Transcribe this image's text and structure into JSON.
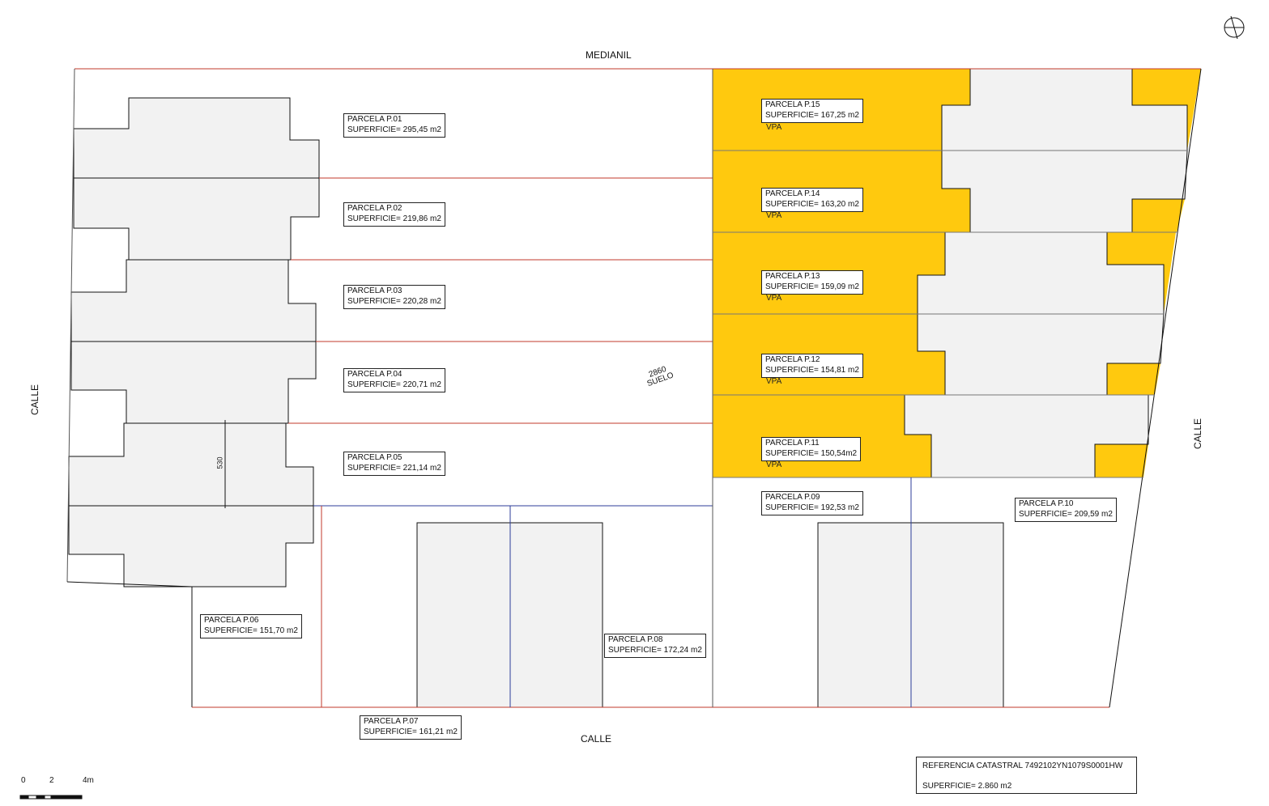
{
  "labels": {
    "medianil": "MEDIANIL",
    "calle_left": "CALLE",
    "calle_bottom": "CALLE",
    "calle_right": "CALLE",
    "suelo_num": "2860",
    "suelo": "SUELO",
    "dim_530": "530",
    "vpa": "VPA"
  },
  "parcels": [
    {
      "name": "PARCELA P.01",
      "area": "SUPERFICIE= 295,45 m2"
    },
    {
      "name": "PARCELA P.02",
      "area": "SUPERFICIE= 219,86 m2"
    },
    {
      "name": "PARCELA P.03",
      "area": "SUPERFICIE= 220,28 m2"
    },
    {
      "name": "PARCELA P.04",
      "area": "SUPERFICIE= 220,71 m2"
    },
    {
      "name": "PARCELA P.05",
      "area": "SUPERFICIE= 221,14 m2"
    },
    {
      "name": "PARCELA P.06",
      "area": "SUPERFICIE= 151,70 m2"
    },
    {
      "name": "PARCELA P.07",
      "area": "SUPERFICIE= 161,21 m2"
    },
    {
      "name": "PARCELA P.08",
      "area": "SUPERFICIE= 172,24 m2"
    },
    {
      "name": "PARCELA P.09",
      "area": "SUPERFICIE= 192,53 m2"
    },
    {
      "name": "PARCELA P.10",
      "area": "SUPERFICIE= 209,59 m2"
    },
    {
      "name": "PARCELA P.11",
      "area": "SUPERFICIE= 150,54m2"
    },
    {
      "name": "PARCELA P.12",
      "area": "SUPERFICIE= 154,81 m2"
    },
    {
      "name": "PARCELA P.13",
      "area": "SUPERFICIE= 159,09 m2"
    },
    {
      "name": "PARCELA P.14",
      "area": "SUPERFICIE= 163,20 m2"
    },
    {
      "name": "PARCELA P.15",
      "area": "SUPERFICIE= 167,25 m2"
    }
  ],
  "reference": {
    "catastral": "REFERENCIA CATASTRAL 7492102YN1079S0001HW",
    "superficie": "SUPERFICIE= 2.860 m2"
  },
  "scale_bar": {
    "t0": "0",
    "t2": "2",
    "t4": "4m"
  },
  "colors": {
    "vpa_fill": "#FFC90E",
    "building_fill": "#F2F2F2",
    "boundary_red": "#C0392B",
    "boundary_blue": "#2C3E99"
  }
}
